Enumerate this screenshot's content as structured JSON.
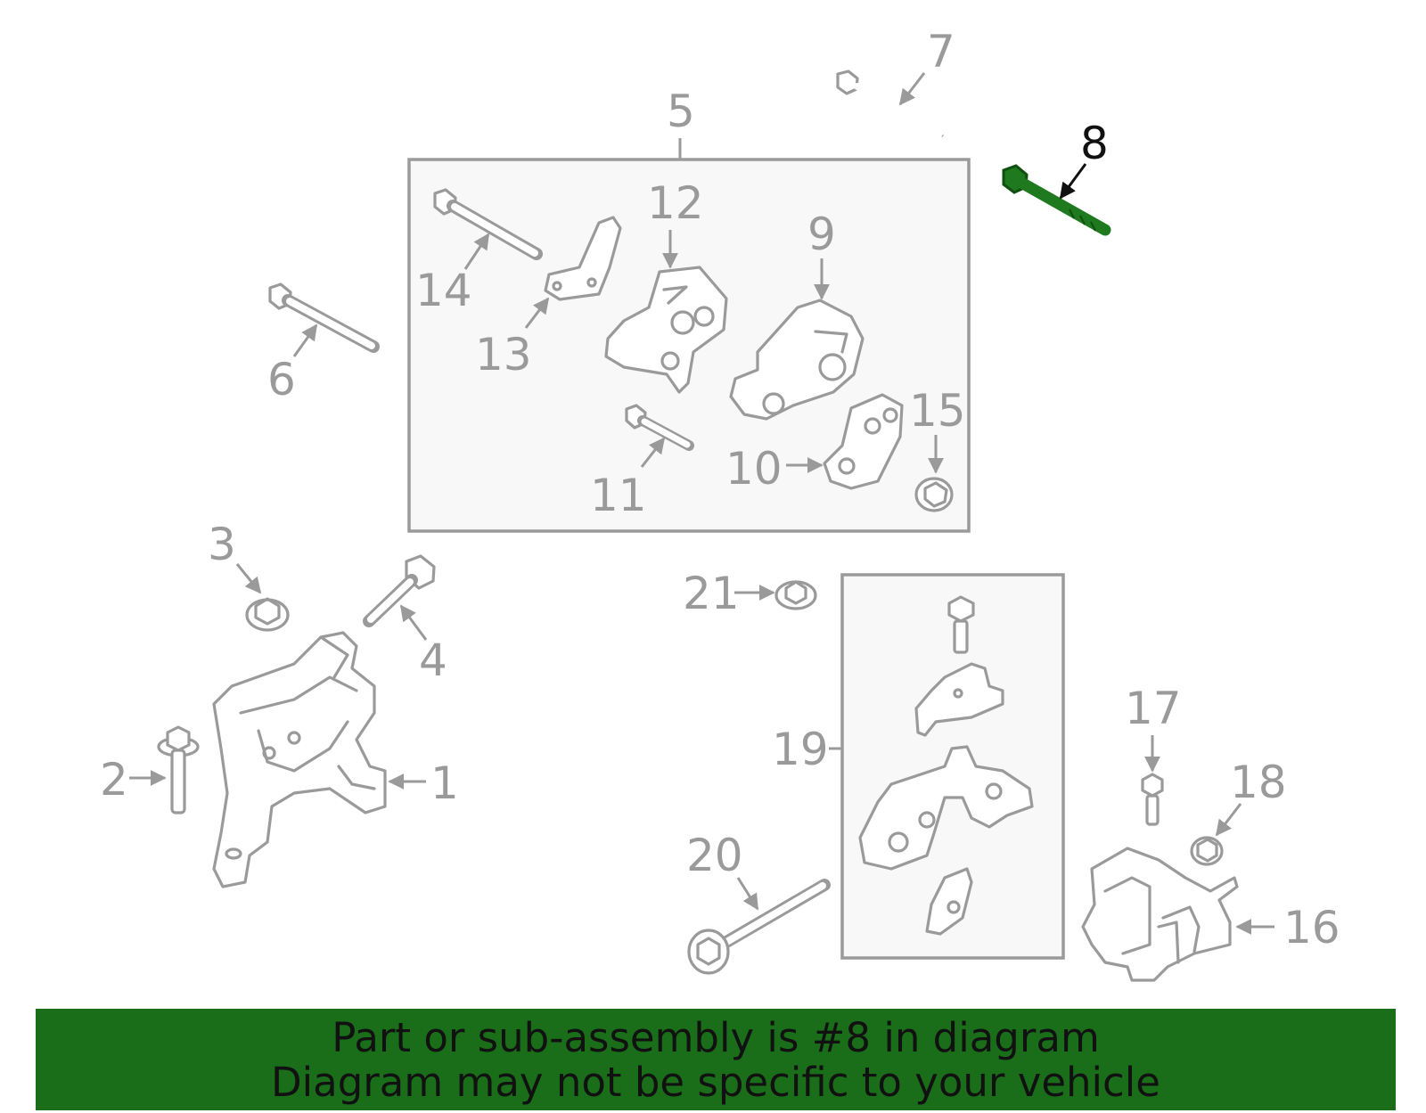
{
  "colors": {
    "part_stroke": "#9a9a9a",
    "highlight_part": "#1f7a1f",
    "highlight_label": "#111111",
    "banner_bg": "#1a6e1a",
    "banner_text": "#111111",
    "box_fill": "#f8f8f8"
  },
  "callouts": {
    "c1": "1",
    "c2": "2",
    "c3": "3",
    "c4": "4",
    "c5": "5",
    "c6": "6",
    "c7": "7",
    "c8": "8",
    "c9": "9",
    "c10": "10",
    "c11": "11",
    "c12": "12",
    "c13": "13",
    "c14": "14",
    "c15": "15",
    "c16": "16",
    "c17": "17",
    "c18": "18",
    "c19": "19",
    "c20": "20",
    "c21": "21"
  },
  "highlighted_part": "8",
  "banner": {
    "line1": "Part or sub-assembly is #8 in diagram",
    "line2": "Diagram may not be specific to your vehicle"
  }
}
